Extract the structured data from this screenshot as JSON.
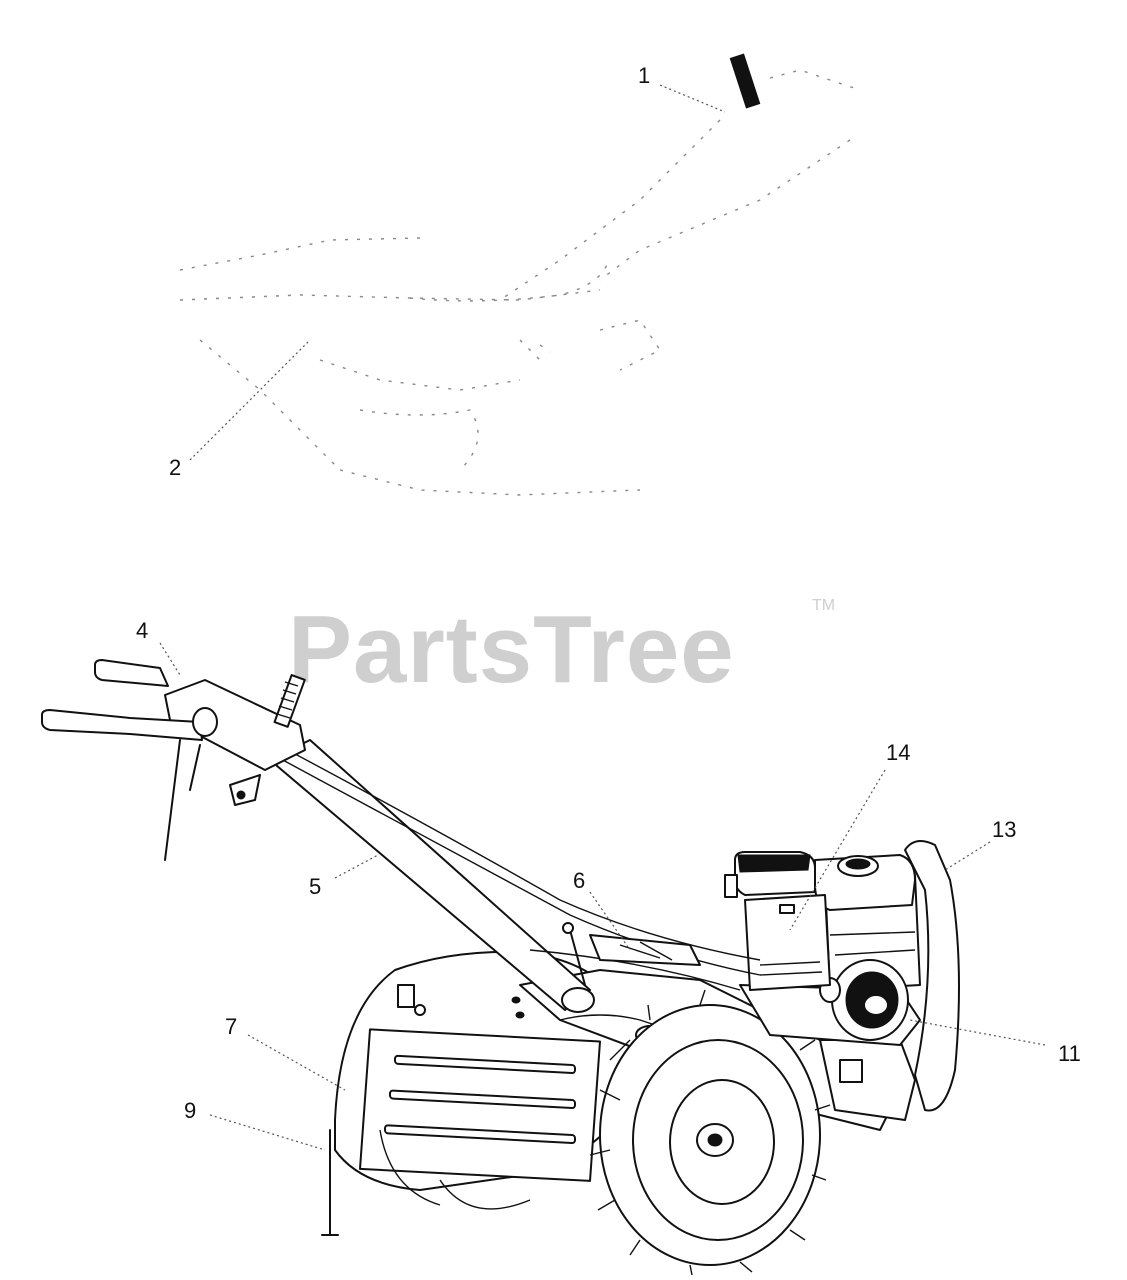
{
  "watermark": {
    "brand": "PartsTree",
    "trademark": "TM"
  },
  "callouts": [
    {
      "id": "c1",
      "label": "1"
    },
    {
      "id": "c2",
      "label": "2"
    },
    {
      "id": "c4",
      "label": "4"
    },
    {
      "id": "c5",
      "label": "5"
    },
    {
      "id": "c6",
      "label": "6"
    },
    {
      "id": "c7",
      "label": "7"
    },
    {
      "id": "c9",
      "label": "9"
    },
    {
      "id": "c11",
      "label": "11"
    },
    {
      "id": "c13",
      "label": "13"
    },
    {
      "id": "c14",
      "label": "14"
    }
  ]
}
